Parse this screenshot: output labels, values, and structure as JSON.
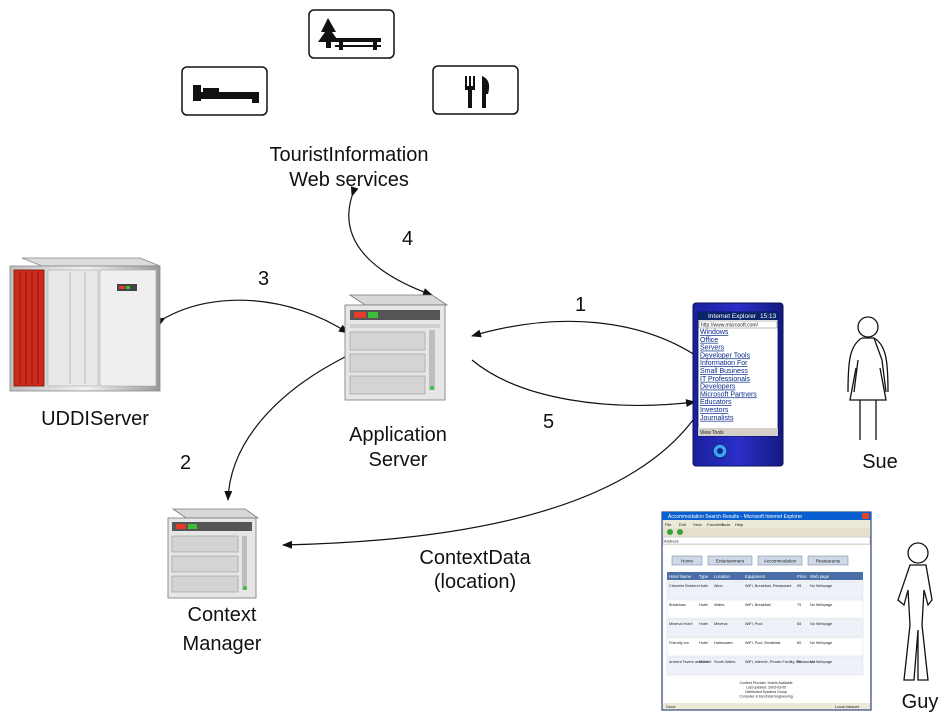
{
  "labels": {
    "tourist_line1": "TouristInformation",
    "tourist_line2": "Web services",
    "uddi": "UDDIServer",
    "app_line1": "Application",
    "app_line2": "Server",
    "context_line1": "Context",
    "context_line2": "Manager",
    "contextdata_line1": "ContextData",
    "contextdata_line2": "(location)",
    "sue": "Sue",
    "guy": "Guy"
  },
  "steps": [
    "1",
    "2",
    "3",
    "4",
    "5"
  ],
  "pda": {
    "title": "Internet Explorer",
    "time": "15:13",
    "url": "http://www.microsoft.com/",
    "links": [
      "Windows",
      "Office",
      "Servers",
      "Developer Tools",
      "Information For",
      "Small Business",
      "IT Professionals",
      "Developers",
      "Microsoft Partners",
      "Educators",
      "Investors",
      "Journalists"
    ],
    "bar_label": "View Tools"
  },
  "browser": {
    "title": "Accommodation Search Results - Microsoft Internet Explorer",
    "menu": [
      "File",
      "Edit",
      "View",
      "Favorites",
      "Tools",
      "Help"
    ],
    "address_label": "Address",
    "tabs": [
      "Home",
      "Entertainment",
      "Accommodation",
      "Restaurants"
    ],
    "table_headers": [
      "Hotel Name",
      "Type",
      "Location",
      "Equipment",
      "Price",
      "Web page"
    ],
    "rows": [
      [
        "Cheshire Borders",
        "Hotel",
        "Alton",
        "WiFi, Breakfast, Restaurant",
        "95",
        "No Webpage"
      ],
      [
        "Bradshaw",
        "Hotel",
        "Wales",
        "WiFi, Breakfast",
        "79",
        "No Webpage"
      ],
      [
        "Minerva Hotel",
        "Hotel",
        "Minerva",
        "WiFi, Pool",
        "65",
        "No Webpage"
      ],
      [
        "Friendly Inn",
        "Hotel",
        "Halesowen",
        "WiFi, Pool, Breakfast",
        "60",
        "No Webpage"
      ],
      [
        "Ancient Tavern and Hotel",
        "Motel",
        "South Wales",
        "WiFi, Internet, Private Facility, Restaurant",
        "50",
        "No Webpage"
      ]
    ],
    "footer": [
      "Content Provider: Hotels Available",
      "Last updated: 2003-03-05",
      "Distributed Systems Group",
      "Computer & Electrical Engineering"
    ],
    "status": "Done",
    "zone": "Local intranet"
  }
}
